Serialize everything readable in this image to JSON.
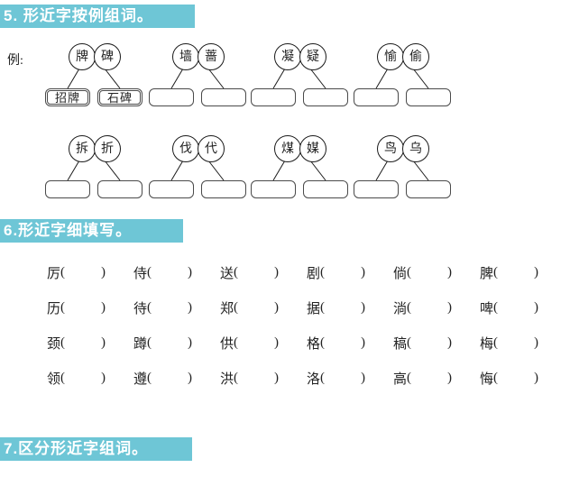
{
  "sections": [
    {
      "id": "section-5",
      "title": "5. 形近字按例组词。"
    },
    {
      "id": "section-6",
      "title": "6.形近字细填写。"
    },
    {
      "id": "section-7",
      "title": "7.区分形近字组词。"
    }
  ],
  "exercise5": {
    "example_label": "例:",
    "rows": [
      {
        "pairs": [
          {
            "is_example": true,
            "left_char": "牌",
            "right_char": "碑",
            "left_answer": "招牌",
            "right_answer": "石碑"
          },
          {
            "is_example": false,
            "left_char": "墙",
            "right_char": "蔷",
            "left_answer": "",
            "right_answer": ""
          },
          {
            "is_example": false,
            "left_char": "凝",
            "right_char": "疑",
            "left_answer": "",
            "right_answer": ""
          },
          {
            "is_example": false,
            "left_char": "愉",
            "right_char": "偷",
            "left_answer": "",
            "right_answer": ""
          }
        ]
      },
      {
        "pairs": [
          {
            "is_example": false,
            "left_char": "拆",
            "right_char": "折",
            "left_answer": "",
            "right_answer": ""
          },
          {
            "is_example": false,
            "left_char": "伐",
            "right_char": "代",
            "left_answer": "",
            "right_answer": ""
          },
          {
            "is_example": false,
            "left_char": "煤",
            "right_char": "媒",
            "left_answer": "",
            "right_answer": ""
          },
          {
            "is_example": false,
            "left_char": "鸟",
            "right_char": "乌",
            "left_answer": "",
            "right_answer": ""
          }
        ]
      }
    ]
  },
  "exercise6": {
    "paren_open": "(",
    "paren_close": ")",
    "rows": [
      {
        "chars": [
          "厉",
          "侍",
          "送",
          "剧",
          "倘",
          "脾"
        ]
      },
      {
        "chars": [
          "历",
          "待",
          "郑",
          "据",
          "淌",
          "啤"
        ]
      },
      {
        "chars": [
          "颈",
          "蹲",
          "供",
          "格",
          "稿",
          "梅"
        ]
      },
      {
        "chars": [
          "领",
          "遵",
          "洪",
          "洛",
          "高",
          "悔"
        ]
      }
    ]
  },
  "colors": {
    "header_band": "#6ec6d6",
    "header_text": "#ffffff",
    "page_background": "#ffffff",
    "line_stroke": "#1a1a1a",
    "box_border": "#4a4a4a"
  }
}
